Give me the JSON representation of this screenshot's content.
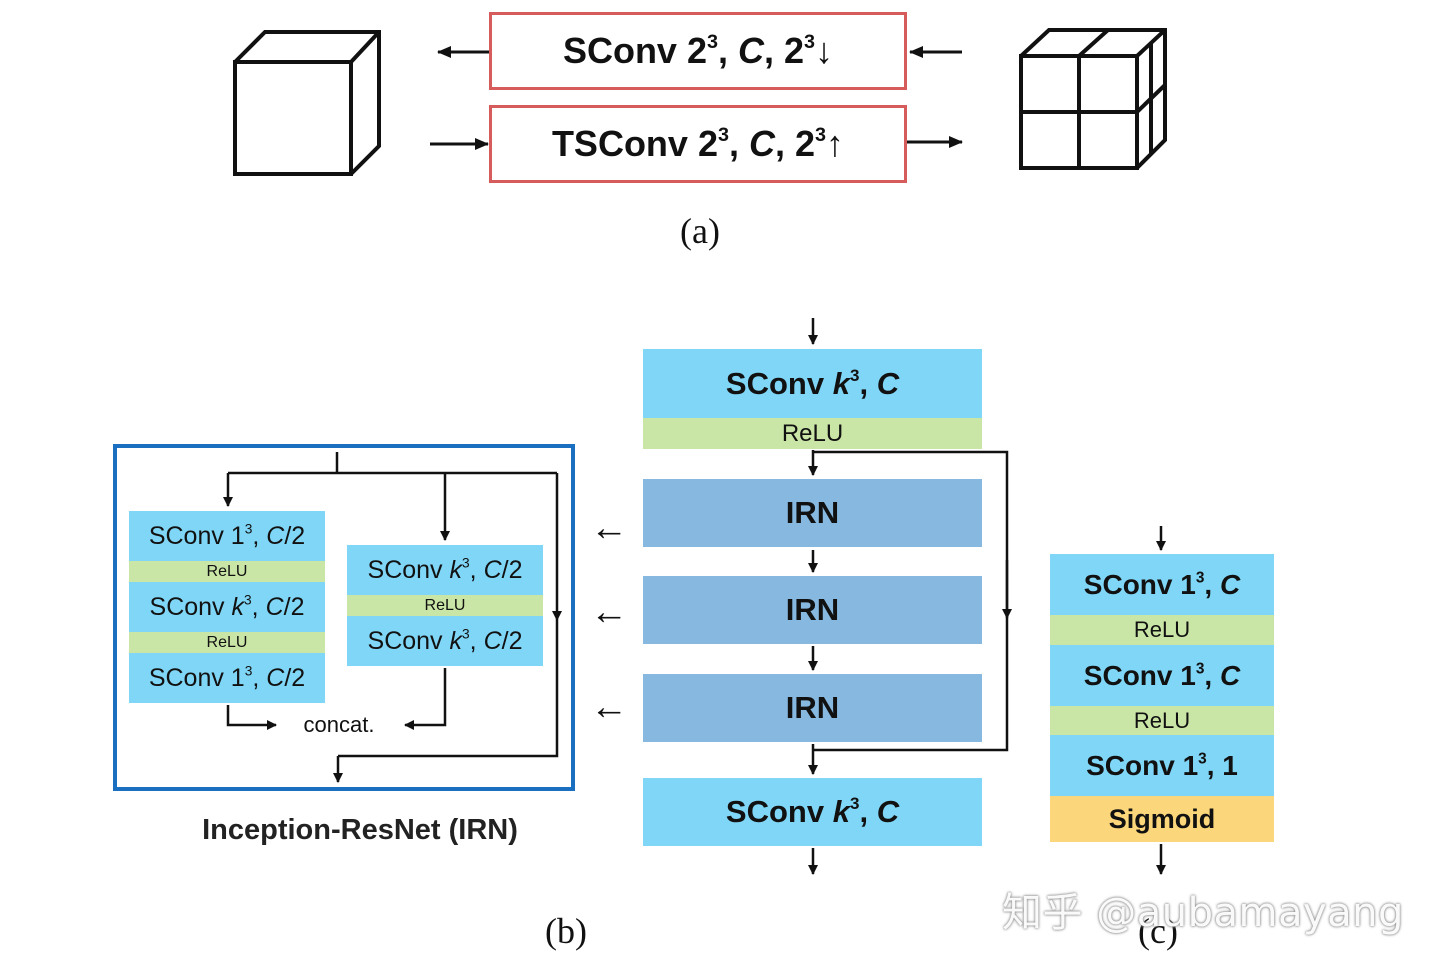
{
  "panel_a": {
    "downsample_label": {
      "pre": "SConv 2",
      "sup1": "3",
      "mid": ", ",
      "c": "C",
      "post": ", 2",
      "sup2": "3",
      "arrow": "↓"
    },
    "upsample_label": {
      "pre": "TSConv 2",
      "sup1": "3",
      "mid": ", ",
      "c": "C",
      "post": ", 2",
      "sup2": "3",
      "arrow": "↑"
    },
    "caption": "(a)"
  },
  "panel_b": {
    "irn_module": {
      "title": "Inception-ResNet (IRN)",
      "branch1": [
        {
          "pre": "SConv 1",
          "sup": "3",
          "post": ", ",
          "ital": "C",
          "tail": "/2"
        },
        {
          "label": "ReLU"
        },
        {
          "pre": "SConv ",
          "k": "k",
          "sup": "3",
          "post": ", ",
          "ital": "C",
          "tail": "/2"
        },
        {
          "label": "ReLU"
        },
        {
          "pre": "SConv 1",
          "sup": "3",
          "post": ", ",
          "ital": "C",
          "tail": "/2"
        }
      ],
      "branch2": [
        {
          "pre": "SConv ",
          "k": "k",
          "sup": "3",
          "post": ", ",
          "ital": "C",
          "tail": "/2"
        },
        {
          "label": "ReLU"
        },
        {
          "pre": "SConv ",
          "k": "k",
          "sup": "3",
          "post": ", ",
          "ital": "C",
          "tail": "/2"
        }
      ],
      "concat": "concat."
    },
    "main_stack": {
      "top_conv": {
        "pre": "SConv ",
        "k": "k",
        "sup": "3",
        "post": ", ",
        "ital": "C"
      },
      "relu": "ReLU",
      "irn_blocks": [
        "IRN",
        "IRN",
        "IRN"
      ],
      "bottom_conv": {
        "pre": "SConv ",
        "k": "k",
        "sup": "3",
        "post": ", ",
        "ital": "C"
      },
      "pointer_arrows": [
        "←",
        "←",
        "←"
      ]
    },
    "caption": "(b)"
  },
  "panel_c": {
    "stack": [
      {
        "pre": "SConv 1",
        "sup": "3",
        "post": ", ",
        "ital": "C"
      },
      {
        "label": "ReLU"
      },
      {
        "pre": "SConv 1",
        "sup": "3",
        "post": ", ",
        "ital": "C"
      },
      {
        "label": "ReLU"
      },
      {
        "pre": "SConv 1",
        "sup": "3",
        "post": ", 1"
      },
      {
        "label": "Sigmoid"
      }
    ],
    "caption": "(c)"
  },
  "watermark": "知乎 @aubamayang",
  "colors": {
    "conv_blue": "#7fd6f6",
    "relu_green": "#c9e6a7",
    "irn_blue": "#86b8e0",
    "sigmoid_yellow": "#fbd67a",
    "box_red": "#d65c5c",
    "frame_blue": "#1a6fc0"
  }
}
